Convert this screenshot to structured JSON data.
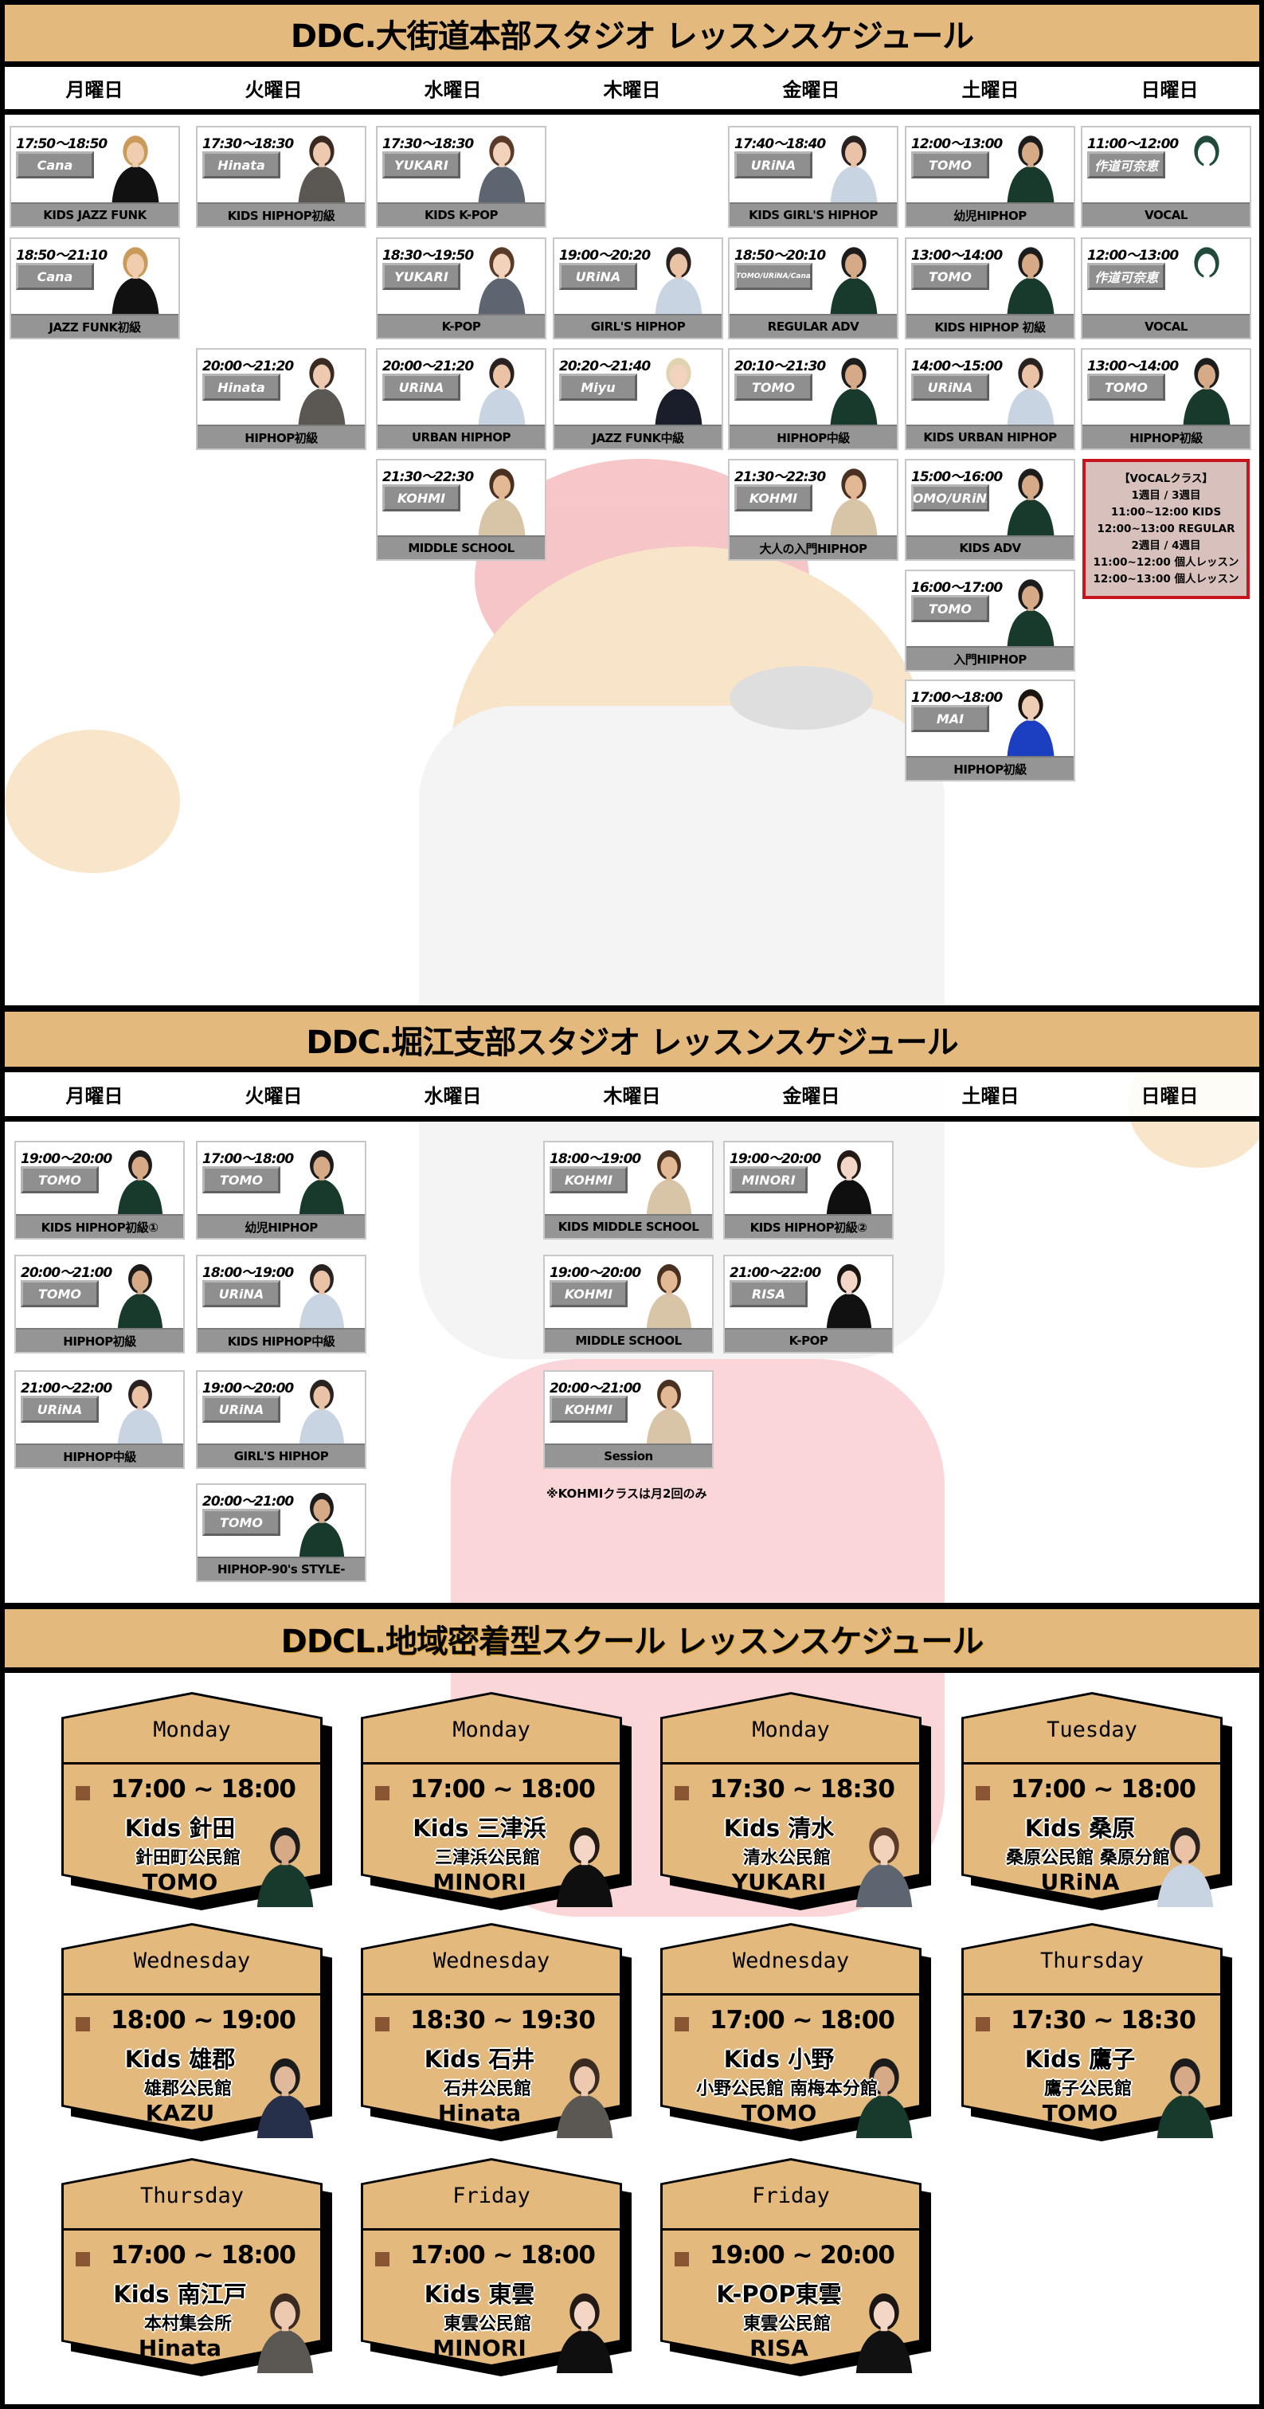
{
  "palette": {
    "accent": "#e3b97d",
    "button_gray": "#8f8f8f",
    "label_gray": "#959595",
    "note_red": "#c8141c",
    "note_bg": "#d8c1bc"
  },
  "photo_palette": {
    "Cana": {
      "hair": "#c99a5a",
      "top": "#111111",
      "skin": "#f1cdb0"
    },
    "Hinata": {
      "hair": "#3a2a22",
      "top": "#5b5753",
      "skin": "#edc9b0"
    },
    "YUKARI": {
      "hair": "#5a3b2a",
      "top": "#5d6670",
      "skin": "#f3d2bc"
    },
    "URiNA": {
      "hair": "#2a2220",
      "top": "#c9d4e2",
      "skin": "#eac2a6"
    },
    "Miyu": {
      "hair": "#e0d3b0",
      "top": "#1a1d2a",
      "skin": "#f2d3bf"
    },
    "KOHMI": {
      "hair": "#4a3020",
      "top": "#d8c4a6",
      "skin": "#e3b894"
    },
    "TOMO": {
      "hair": "#1c1c1c",
      "top": "#173a2c",
      "skin": "#d6a987"
    },
    "MAI": {
      "hair": "#1c1410",
      "top": "#1b3fc0",
      "skin": "#efcdb5"
    },
    "作道可奈恵": {
      "hair": "#1f4a3c",
      "top": "#ffffff",
      "skin": "#ffffff"
    },
    "TOMO/URiNA/Cana": {
      "hair": "#1c1c1c",
      "top": "#173a2c",
      "skin": "#d6a987"
    },
    "TOMO/URiNA": {
      "hair": "#1c1c1c",
      "top": "#173a2c",
      "skin": "#d6a987"
    },
    "MINORI": {
      "hair": "#231a16",
      "top": "#0f0f0f",
      "skin": "#f3d6c6"
    },
    "RISA": {
      "hair": "#1a1412",
      "top": "#111111",
      "skin": "#f3d6c6"
    },
    "KAZU": {
      "hair": "#1c1c1c",
      "top": "#27304a",
      "skin": "#e0b89a"
    }
  },
  "section1": {
    "title": "DDC.大街道本部スタジオ レッスンスケジュール",
    "days": [
      "月曜日",
      "火曜日",
      "水曜日",
      "木曜日",
      "金曜日",
      "土曜日",
      "日曜日"
    ],
    "columns": [
      [
        {
          "time": "17:50～18:50",
          "instructor": "Cana",
          "name": "KIDS JAZZ FUNK"
        },
        {
          "time": "18:50～21:10",
          "instructor": "Cana",
          "name": "JAZZ FUNK初級"
        }
      ],
      [
        {
          "time": "17:30～18:30",
          "instructor": "Hinata",
          "name": "KIDS HIPHOP初級"
        },
        null,
        {
          "time": "20:00～21:20",
          "instructor": "Hinata",
          "name": "HIPHOP初級"
        }
      ],
      [
        {
          "time": "17:30～18:30",
          "instructor": "YUKARI",
          "name": "KIDS K-POP"
        },
        {
          "time": "18:30～19:50",
          "instructor": "YUKARI",
          "name": "K-POP"
        },
        {
          "time": "20:00～21:20",
          "instructor": "URiNA",
          "name": "URBAN HIPHOP"
        },
        {
          "time": "21:30～22:30",
          "instructor": "KOHMI",
          "name": "MIDDLE SCHOOL"
        }
      ],
      [
        null,
        {
          "time": "19:00～20:20",
          "instructor": "URiNA",
          "name": "GIRL'S HIPHOP"
        },
        {
          "time": "20:20～21:40",
          "instructor": "Miyu",
          "name": "JAZZ FUNK中級"
        }
      ],
      [
        {
          "time": "17:40～18:40",
          "instructor": "URiNA",
          "name": "KIDS GIRL'S HIPHOP"
        },
        {
          "time": "18:50～20:10",
          "instructor": "TOMO/URiNA/Cana",
          "name": "REGULAR ADV"
        },
        {
          "time": "20:10～21:30",
          "instructor": "TOMO",
          "name": "HIPHOP中級"
        },
        {
          "time": "21:30～22:30",
          "instructor": "KOHMI",
          "name": "大人の入門HIPHOP"
        }
      ],
      [
        {
          "time": "12:00～13:00",
          "instructor": "TOMO",
          "name": "幼児HIPHOP"
        },
        {
          "time": "13:00～14:00",
          "instructor": "TOMO",
          "name": "KIDS HIPHOP 初級"
        },
        {
          "time": "14:00～15:00",
          "instructor": "URiNA",
          "name": "KIDS URBAN HIPHOP"
        },
        {
          "time": "15:00～16:00",
          "instructor": "TOMO/URiNA",
          "name": "KIDS ADV"
        },
        {
          "time": "16:00～17:00",
          "instructor": "TOMO",
          "name": "入門HIPHOP"
        },
        {
          "time": "17:00～18:00",
          "instructor": "MAI",
          "name": "HIPHOP初級"
        }
      ],
      [
        {
          "time": "11:00～12:00",
          "instructor": "作道可奈恵",
          "name": "VOCAL"
        },
        {
          "time": "12:00～13:00",
          "instructor": "作道可奈恵",
          "name": "VOCAL"
        },
        {
          "time": "13:00～14:00",
          "instructor": "TOMO",
          "name": "HIPHOP初級"
        }
      ]
    ],
    "vocal_note": [
      "【VOCALクラス】",
      "1週目 / 3週目",
      "11:00~12:00 KIDS",
      "12:00~13:00 REGULAR",
      "2週目 / 4週目",
      "11:00~12:00 個人レッスン",
      "12:00~13:00 個人レッスン"
    ]
  },
  "section2": {
    "title": "DDC.堀江支部スタジオ レッスンスケジュール",
    "days": [
      "月曜日",
      "火曜日",
      "水曜日",
      "木曜日",
      "金曜日",
      "土曜日",
      "日曜日"
    ],
    "columns": [
      [
        {
          "time": "19:00～20:00",
          "instructor": "TOMO",
          "name": "KIDS HIPHOP初級①"
        },
        {
          "time": "20:00～21:00",
          "instructor": "TOMO",
          "name": "HIPHOP初級"
        },
        {
          "time": "21:00～22:00",
          "instructor": "URiNA",
          "name": "HIPHOP中級"
        }
      ],
      [
        {
          "time": "17:00～18:00",
          "instructor": "TOMO",
          "name": "幼児HIPHOP"
        },
        {
          "time": "18:00～19:00",
          "instructor": "URiNA",
          "name": "KIDS HIPHOP中級"
        },
        {
          "time": "19:00～20:00",
          "instructor": "URiNA",
          "name": "GIRL'S HIPHOP"
        },
        {
          "time": "20:00～21:00",
          "instructor": "TOMO",
          "name": "HIPHOP-90's STYLE-"
        }
      ],
      [],
      [
        {
          "time": "18:00～19:00",
          "instructor": "KOHMI",
          "name": "KIDS MIDDLE SCHOOL"
        },
        {
          "time": "19:00～20:00",
          "instructor": "KOHMI",
          "name": "MIDDLE SCHOOL"
        },
        {
          "time": "20:00～21:00",
          "instructor": "KOHMI",
          "name": "Session"
        }
      ],
      [
        {
          "time": "19:00～20:00",
          "instructor": "MINORI",
          "name": "KIDS HIPHOP初級②"
        },
        {
          "time": "21:00～22:00",
          "instructor": "RISA",
          "name": "K-POP"
        }
      ],
      [],
      []
    ],
    "note": "※KOHMIクラスは月2回のみ"
  },
  "section3": {
    "title": "DDCL.地域密着型スクール レッスンスケジュール",
    "cards": [
      {
        "day": "Monday",
        "time": "17:00 ~ 18:00",
        "class": "Kids 針田",
        "venue": "針田町公民館",
        "instructor": "TOMO"
      },
      {
        "day": "Monday",
        "time": "17:00 ~ 18:00",
        "class": "Kids 三津浜",
        "venue": "三津浜公民館",
        "instructor": "MINORI"
      },
      {
        "day": "Monday",
        "time": "17:30 ~ 18:30",
        "class": "Kids 清水",
        "venue": "清水公民館",
        "instructor": "YUKARI"
      },
      {
        "day": "Tuesday",
        "time": "17:00 ~ 18:00",
        "class": "Kids 桑原",
        "venue": "桑原公民館 桑原分館",
        "instructor": "URiNA"
      },
      {
        "day": "Wednesday",
        "time": "18:00 ~ 19:00",
        "class": "Kids 雄郡",
        "venue": "雄郡公民館",
        "instructor": "KAZU"
      },
      {
        "day": "Wednesday",
        "time": "18:30 ~ 19:30",
        "class": "Kids 石井",
        "venue": "石井公民館",
        "instructor": "Hinata"
      },
      {
        "day": "Wednesday",
        "time": "17:00 ~ 18:00",
        "class": "Kids 小野",
        "venue": "小野公民館 南梅本分館",
        "instructor": "TOMO"
      },
      {
        "day": "Thursday",
        "time": "17:30 ~ 18:30",
        "class": "Kids 鷹子",
        "venue": "鷹子公民館",
        "instructor": "TOMO"
      },
      {
        "day": "Thursday",
        "time": "17:00 ~ 18:00",
        "class": "Kids 南江戸",
        "venue": "本村集会所",
        "instructor": "Hinata"
      },
      {
        "day": "Friday",
        "time": "17:00 ~ 18:00",
        "class": "Kids 東雲",
        "venue": "東雲公民館",
        "instructor": "MINORI"
      },
      {
        "day": "Friday",
        "time": "19:00 ~ 20:00",
        "class": "K-POP東雲",
        "venue": "東雲公民館",
        "instructor": "RISA"
      }
    ]
  }
}
